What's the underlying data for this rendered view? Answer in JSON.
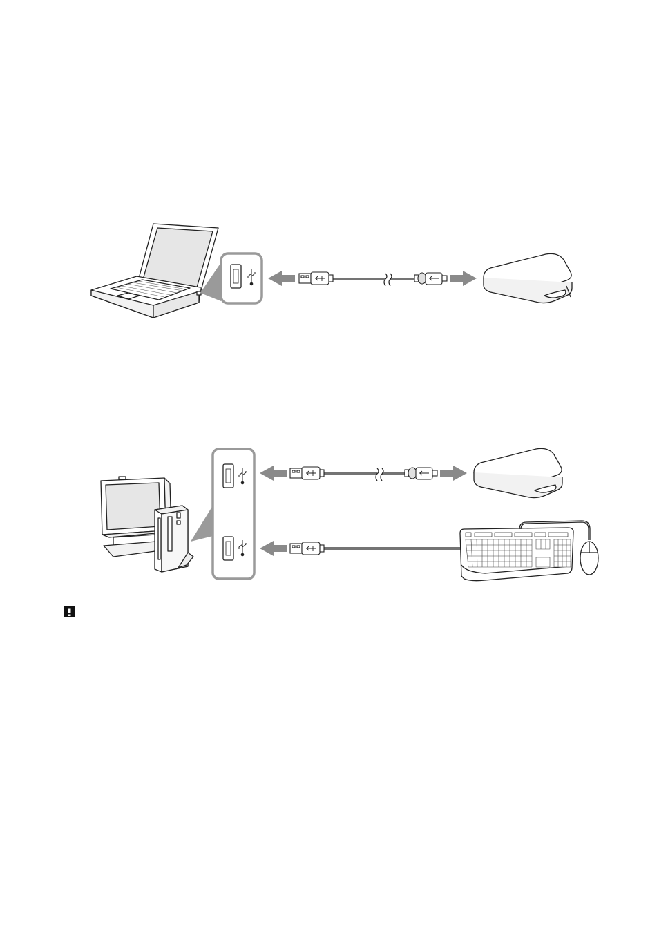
{
  "diagram": {
    "laptop_connection": {
      "devices": [
        "laptop",
        "usb-card-reader"
      ],
      "port_icon": "usb-port-icon",
      "cable_icon": "usb-cable-icon"
    },
    "desktop_connection": {
      "devices": [
        "desktop-computer",
        "usb-card-reader",
        "keyboard",
        "mouse"
      ],
      "port_icon": "usb-port-icon",
      "cable_icon": "usb-cable-icon"
    }
  },
  "note": {
    "icon": "caution-icon"
  },
  "colors": {
    "line": "#222222",
    "arrow": "#8a8a8a",
    "port_frame": "#9a9a9a",
    "screen": "#e6e6e6",
    "panel": "#f2f2f2"
  }
}
